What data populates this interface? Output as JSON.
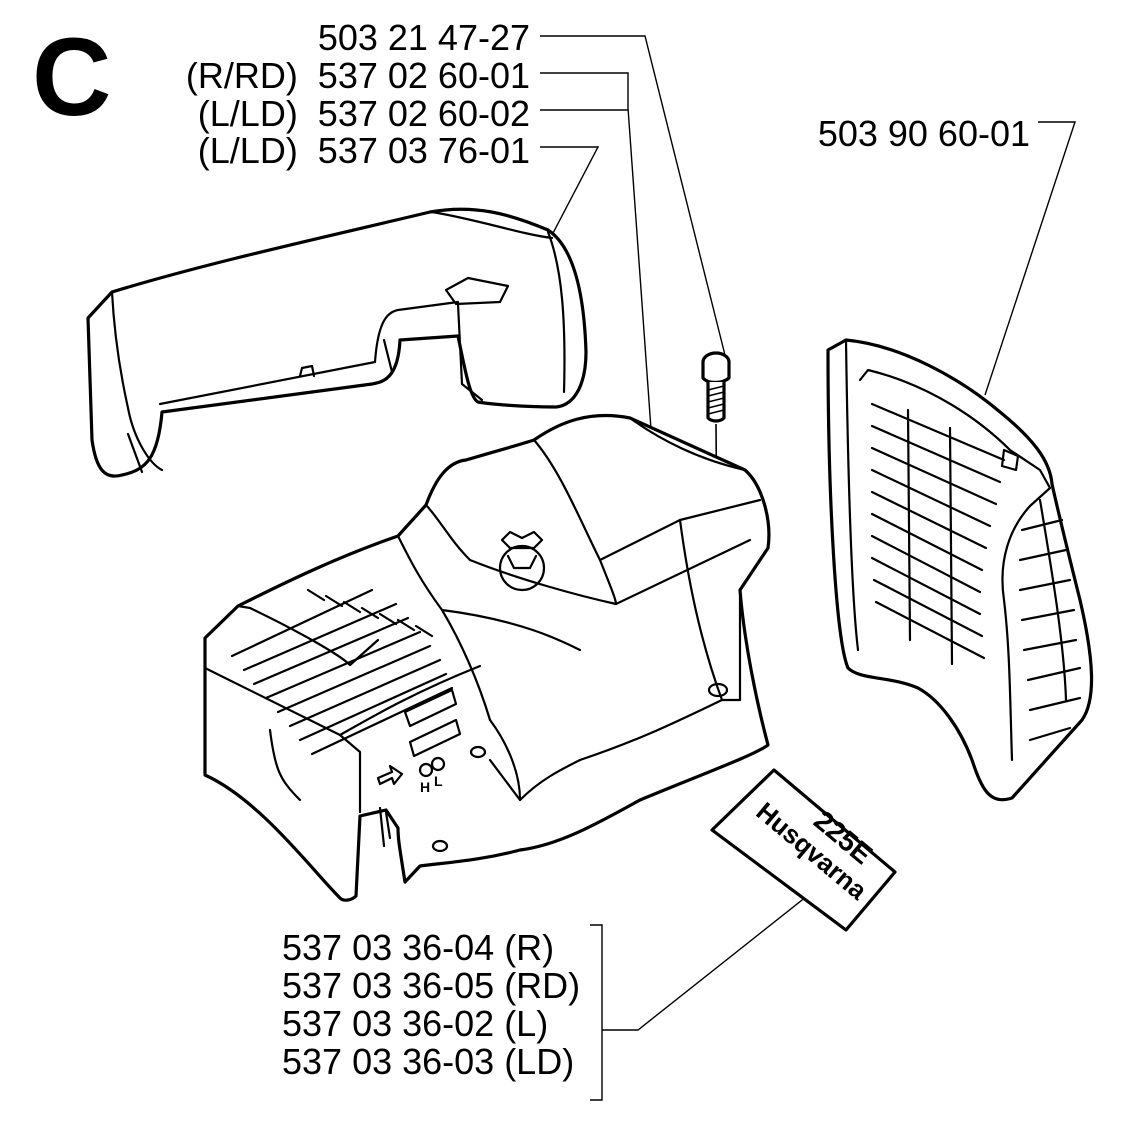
{
  "section_letter": "C",
  "labels": {
    "screw": "503 21 47-27",
    "cover_rrd": "(R/RD)  537 02 60-01",
    "cover_lld": "(L/LD)  537 02 60-02",
    "top_lld": "(L/LD)  537 03 76-01",
    "grille": "503 90 60-01",
    "decal_r": "537 03 36-04 (R)",
    "decal_rd": "537 03 36-05 (RD)",
    "decal_l": "537 03 36-02 (L)",
    "decal_ld": "537 03 36-03 (LD)"
  },
  "decal": {
    "model": "225E",
    "brand": "Husqvarna"
  },
  "cover_marks": {
    "h": "H",
    "l": "L"
  }
}
